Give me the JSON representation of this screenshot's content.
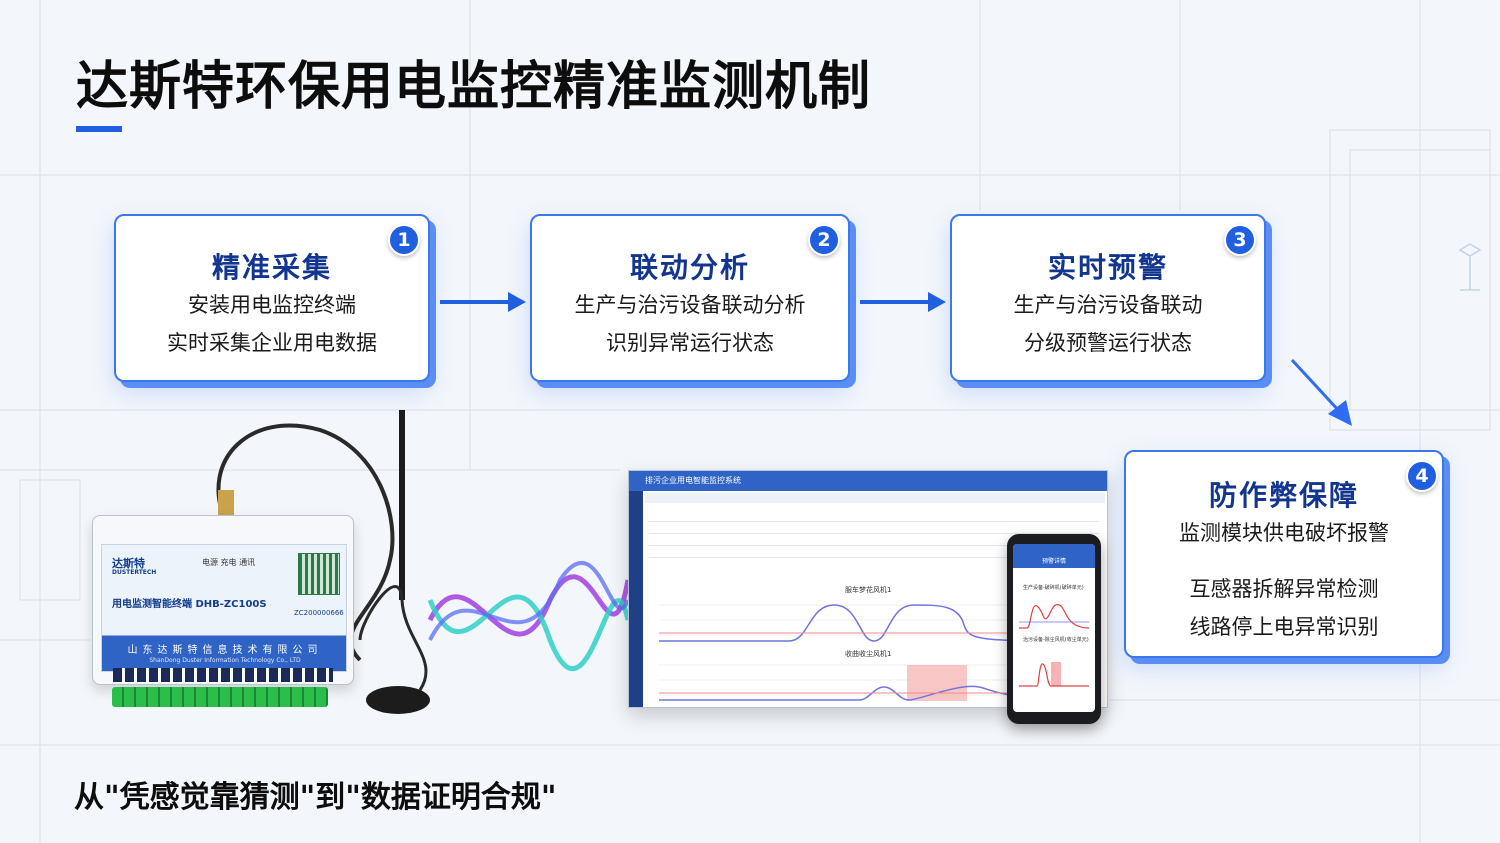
{
  "page": {
    "title": "达斯特环保用电监控精准监测机制",
    "tagline": "从\"凭感觉靠猜测\"到\"数据证明合规\""
  },
  "steps": [
    {
      "number": "1",
      "title": "精准采集",
      "lines": [
        "安装用电监控终端",
        "实时采集企业用电数据"
      ]
    },
    {
      "number": "2",
      "title": "联动分析",
      "lines": [
        "生产与治污设备联动分析",
        "识别异常运行状态"
      ]
    },
    {
      "number": "3",
      "title": "实时预警",
      "lines": [
        "生产与治污设备联动",
        "分级预警运行状态"
      ]
    },
    {
      "number": "4",
      "title": "防作弊保障",
      "lines": [
        "监测模块供电破坏报警",
        "互感器拆解异常检测",
        "线路停上电异常识别"
      ]
    }
  ],
  "device": {
    "brand": "达斯特",
    "brand_en": "DUSTERTECH",
    "leds": "电源   充电   通讯",
    "name": "用电监测智能终端 DHB-ZC100S",
    "code": "ZC200000666",
    "company": "山东达斯特信息技术有限公司",
    "company_en": "ShanDong Duster Information Technology Co., LTD"
  },
  "screen": {
    "header_title": "排污企业用电智能监控系统",
    "chart1_title": "服车梦花风机1",
    "chart2_title": "收曲收尘风机1"
  },
  "phone": {
    "bar_title": "预警详情",
    "chart1_title": "生产设备-破碎机(破碎单元)",
    "chart2_title": "治污设备-除尘风机(收尘单元)"
  },
  "colors": {
    "accent": "#1f5fe0",
    "card_border": "#3a78f0",
    "step_title": "#12358f",
    "background": "#f3f6fb"
  }
}
